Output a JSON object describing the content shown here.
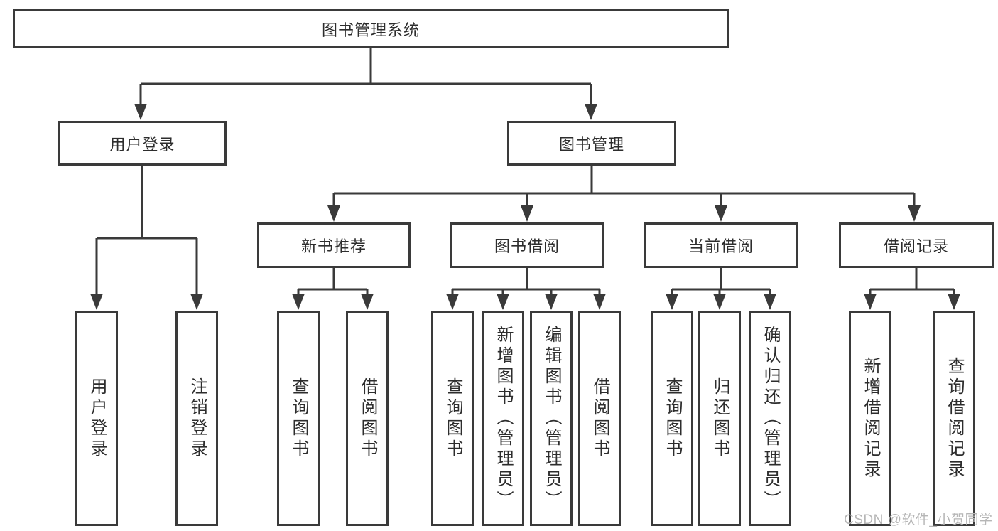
{
  "tree": {
    "label": "图书管理系统",
    "children": [
      {
        "label": "用户登录",
        "children": [
          {
            "label": "用户登录"
          },
          {
            "label": "注销登录"
          }
        ]
      },
      {
        "label": "图书管理",
        "children": [
          {
            "label": "新书推荐",
            "children": [
              {
                "label": "查询图书"
              },
              {
                "label": "借阅图书"
              }
            ]
          },
          {
            "label": "图书借阅",
            "children": [
              {
                "label": "查询图书"
              },
              {
                "label": "新增图书（管理员）"
              },
              {
                "label": "编辑图书（管理员）"
              },
              {
                "label": "借阅图书"
              }
            ]
          },
          {
            "label": "当前借阅",
            "children": [
              {
                "label": "查询图书"
              },
              {
                "label": "归还图书"
              },
              {
                "label": "确认归还（管理员）"
              }
            ]
          },
          {
            "label": "借阅记录",
            "children": [
              {
                "label": "新增借阅记录"
              },
              {
                "label": "查询借阅记录"
              }
            ]
          }
        ]
      }
    ]
  },
  "watermark": {
    "text": "CSDN @软件_小贺同学"
  },
  "colors": {
    "line": "#3a3a3a",
    "text": "#2d2d2d",
    "box_fill": "#ffffff",
    "watermark": "#b6b6b6",
    "background": "#ffffff"
  }
}
